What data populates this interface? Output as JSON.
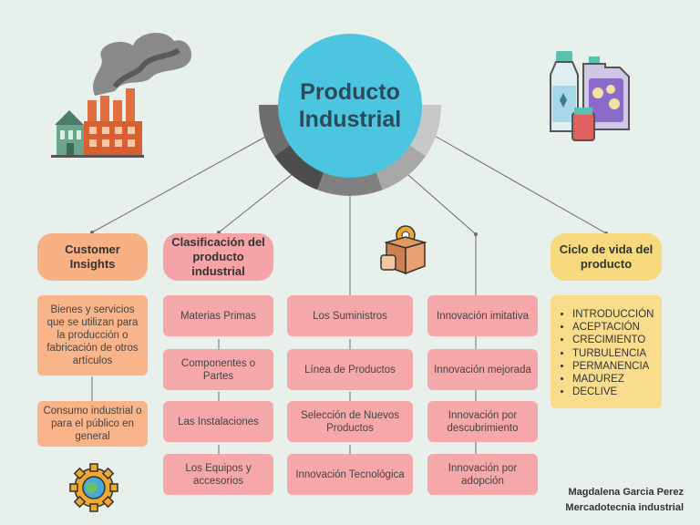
{
  "title": {
    "line1": "Producto",
    "line2": "Industrial"
  },
  "columns": {
    "customer": {
      "header": "Customer Insights",
      "items": [
        "Bienes y servicios que se utilizan para la producción o fabricación de otros artículos",
        "Consumo industrial o para el público en general"
      ]
    },
    "clasificacion": {
      "header": "Clasificación del producto industrial",
      "items": [
        "Materias Primas",
        "Componentes o Partes",
        "Las Instalaciones",
        "Los Equipos y accesorios"
      ]
    },
    "suministros": {
      "items": [
        "Los Suministros",
        "Línea de Productos",
        "Selección de Nuevos Productos",
        "Innovación Tecnológica"
      ]
    },
    "innovacion": {
      "items": [
        "Innovación imitativa",
        "Innovación mejorada",
        "Innovación por descubrimiento",
        "Innovación por adopción"
      ]
    },
    "ciclo": {
      "header": "Ciclo de vida del producto",
      "stages": [
        "INTRODUCCIÓN",
        "ACEPTACIÓN",
        "CRECIMIENTO",
        "TURBULENCIA",
        "PERMANENCIA",
        "MADUREZ",
        "DECLIVE"
      ]
    }
  },
  "author": {
    "name": "Magdalena Garcia Perez",
    "subject": "Mercadotecnia industrial"
  },
  "colors": {
    "background": "#e8f0ec",
    "title_circle": "#4cc5e0",
    "orange": "#f9b48a",
    "pink": "#f6a7a9",
    "yellow": "#f9dd8c",
    "connector": "#666666"
  },
  "icons": [
    "factory-icon",
    "chemical-bottles-icon",
    "box-with-gear-icon",
    "gear-globe-icon"
  ]
}
